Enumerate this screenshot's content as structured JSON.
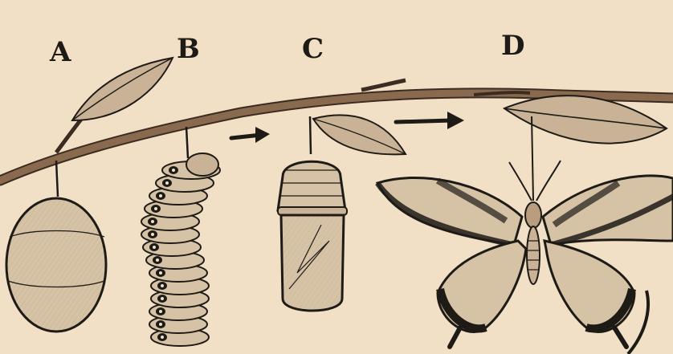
{
  "labels": {
    "a": "A",
    "b": "B",
    "c": "C",
    "d": "D"
  },
  "stages": [
    {
      "label": "A",
      "icon": "egg-icon"
    },
    {
      "label": "B",
      "icon": "caterpillar-icon"
    },
    {
      "label": "C",
      "icon": "pupa-icon"
    },
    {
      "label": "D",
      "icon": "butterfly-icon"
    }
  ],
  "colors": {
    "background": "#f1e0c6",
    "ink": "#1e1b17",
    "branch": "#8a6a4e",
    "leaf": "#c9b295",
    "body": "#d6c2a5"
  }
}
